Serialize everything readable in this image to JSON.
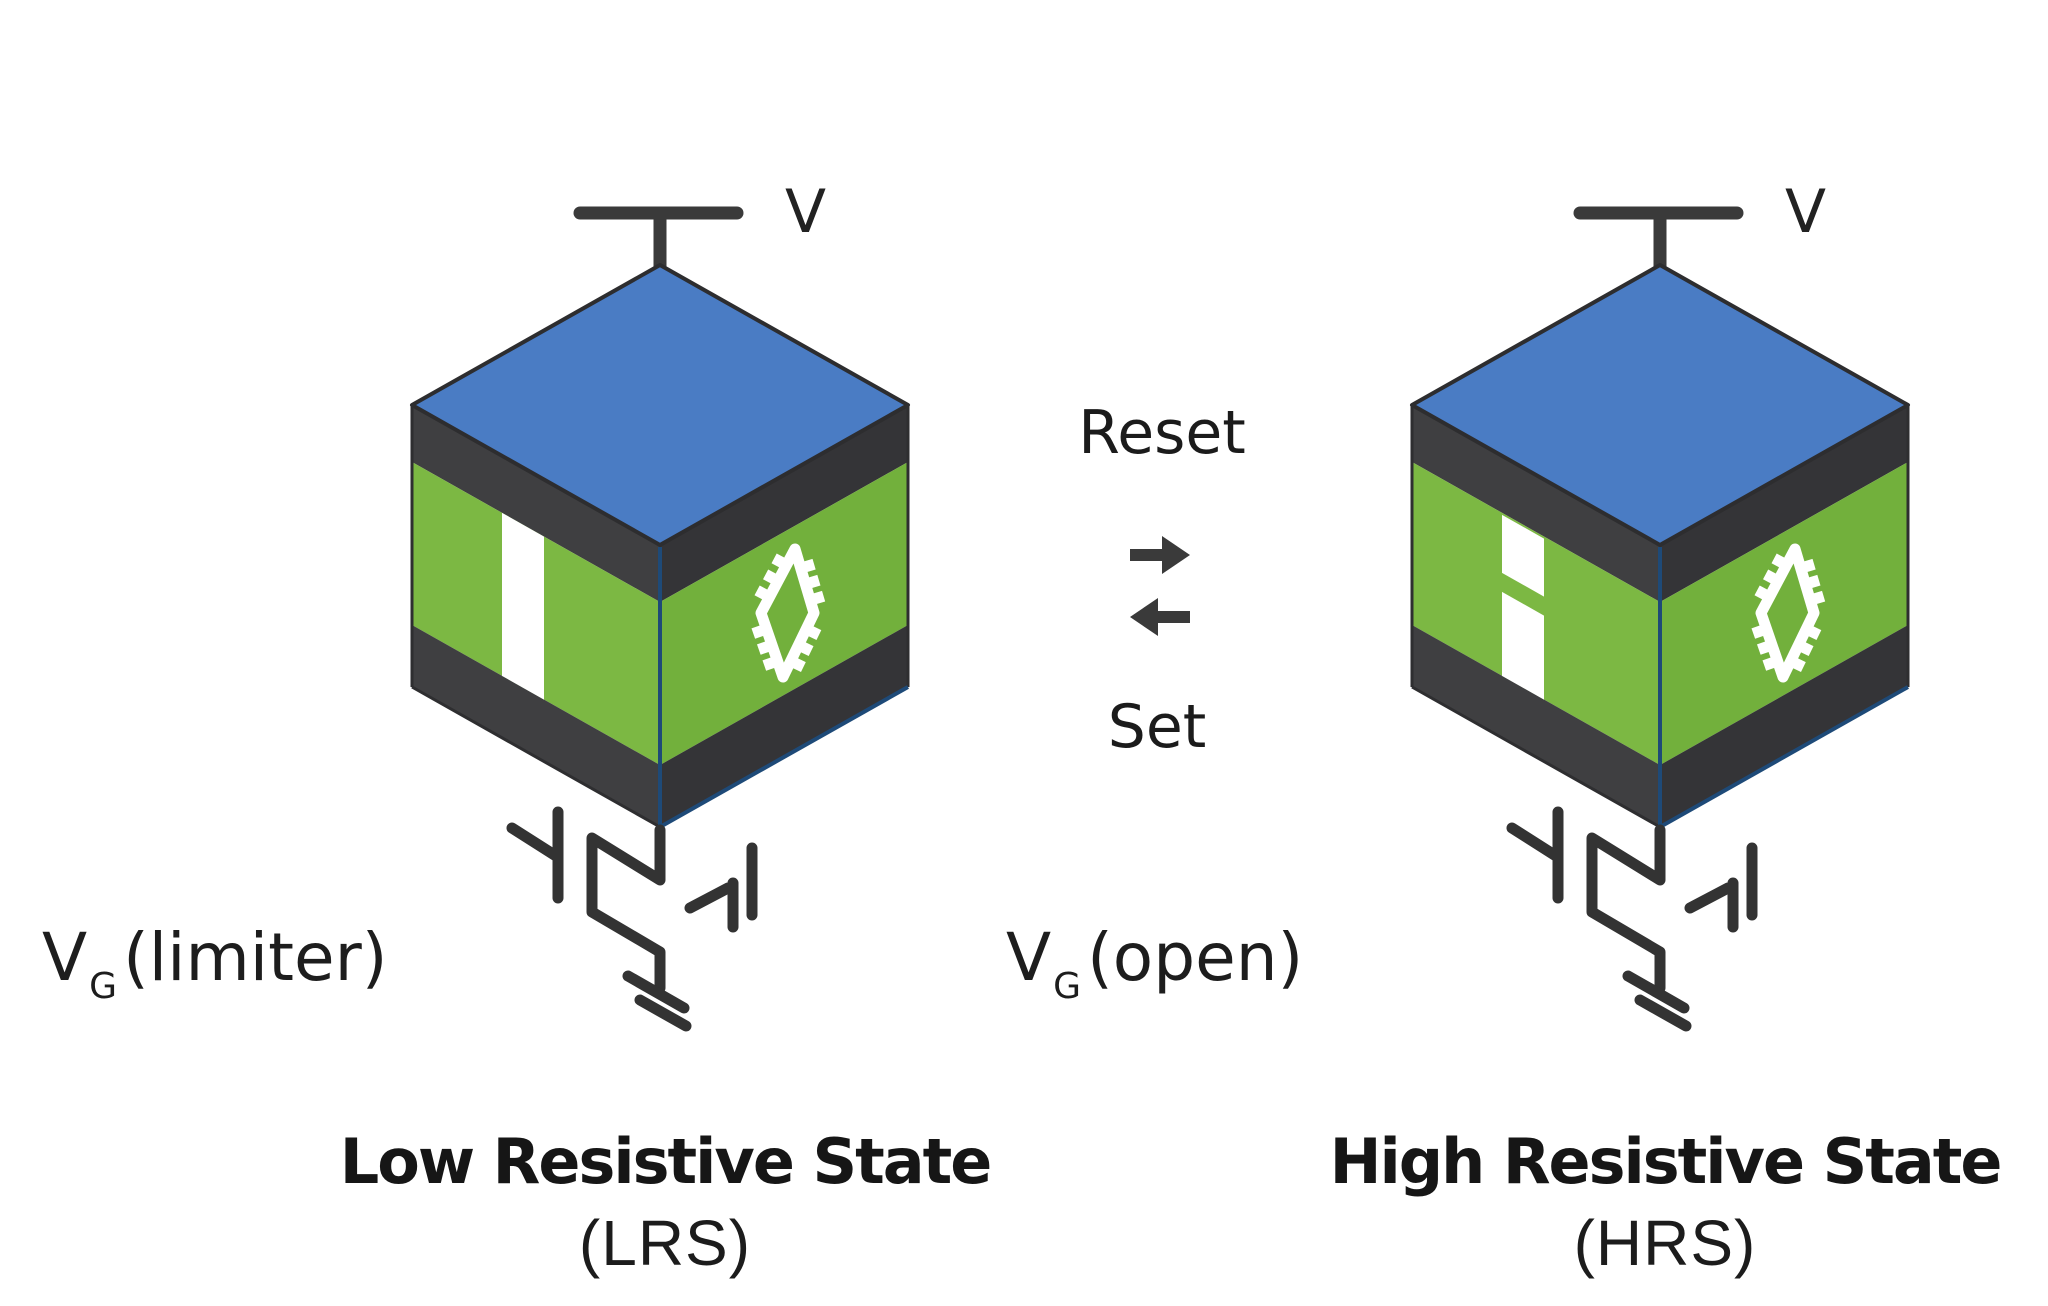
{
  "colors": {
    "top_blue": "#4a7cc4",
    "oxide_green_left": "#7cb843",
    "oxide_green_right": "#72b03c",
    "electrode_dark_left": "#3f3f41",
    "electrode_dark_right": "#343437",
    "edge_navy": "#1e4a78",
    "wire_dark": "#333333",
    "filament_white": "#ffffff",
    "chip_white": "#ffffff",
    "text_dark": "#1c1c1c"
  },
  "devices": [
    {
      "id": "lrs",
      "terminal_label": "V",
      "filament": "continuous",
      "gate_label": {
        "v": "V",
        "sub": "G",
        "mode": "(limiter)"
      },
      "caption": {
        "title": "Low Resistive State",
        "abbr": "(LRS)"
      }
    },
    {
      "id": "hrs",
      "terminal_label": "V",
      "filament": "broken",
      "gate_label": {
        "v": "V",
        "sub": "G",
        "mode": "(open)"
      },
      "caption": {
        "title": "High Resistive State",
        "abbr": "(HRS)"
      }
    }
  ],
  "transition": {
    "reset_label": "Reset",
    "set_label": "Set",
    "arrow_right_icon": "→",
    "arrow_left_icon": "←"
  }
}
